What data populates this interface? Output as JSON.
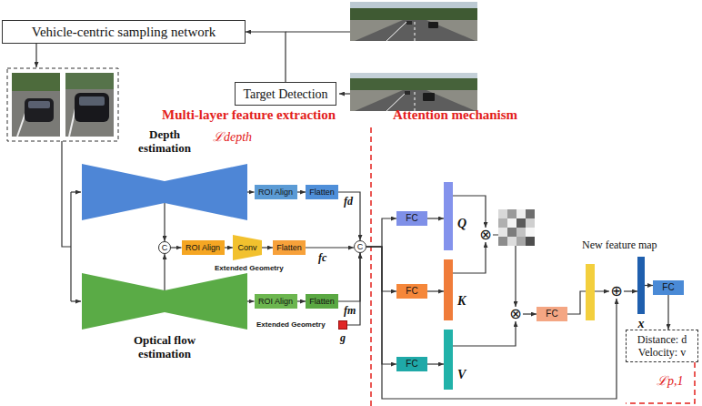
{
  "diagram": {
    "nodes": [
      {
        "text": [
          "Vehicle-centric sampling network"
        ]
      },
      {
        "text": [
          "Target Detection"
        ]
      },
      {
        "text": [
          "Depth estimation"
        ]
      },
      {
        "text": [
          "C"
        ]
      },
      {
        "text": [
          "ROI Align"
        ]
      },
      {
        "text": [
          "Flatten"
        ]
      },
      {
        "text": [
          "ROI Align"
        ]
      },
      {
        "text": [
          "Conv"
        ]
      },
      {
        "text": [
          "Flatten"
        ]
      },
      {
        "text": [
          "Optical flow estimation"
        ]
      },
      {
        "text": [
          "ROI Align"
        ]
      },
      {
        "text": [
          "Flatten"
        ]
      },
      {
        "text": [
          "g"
        ]
      },
      {
        "text": [
          "C"
        ]
      },
      {
        "text": [
          "FC"
        ]
      },
      {
        "text": [
          "FC"
        ]
      },
      {
        "text": [
          "FC"
        ]
      },
      {
        "text": [
          "Q"
        ]
      },
      {
        "text": [
          "K"
        ]
      },
      {
        "text": [
          "V"
        ]
      },
      {
        "text": [
          "⊗"
        ]
      },
      {
        "text": [
          "⊗"
        ]
      },
      {
        "text": [
          "FC"
        ]
      },
      {
        "text": [
          "⊕"
        ]
      },
      {
        "text": [
          "x"
        ]
      },
      {
        "text": [
          "FC"
        ]
      },
      {
        "text": [
          "Distance: d",
          "Velocity: v"
        ]
      }
    ],
    "edges": [
      {
        "from": 1,
        "to": 0,
        "arrow": "to"
      },
      {
        "from": 2,
        "to": 3,
        "arrow": "to"
      },
      {
        "from": 9,
        "to": 3,
        "arrow": "to"
      },
      {
        "from": 2,
        "to": 4,
        "arrow": "to"
      },
      {
        "from": 4,
        "to": 5,
        "arrow": "to"
      },
      {
        "from": 5,
        "to": 13,
        "arrow": "to"
      },
      {
        "from": 3,
        "to": 6,
        "arrow": "to"
      },
      {
        "from": 6,
        "to": 7,
        "arrow": "to"
      },
      {
        "from": 7,
        "to": 8,
        "arrow": "to"
      },
      {
        "from": 8,
        "to": 13,
        "arrow": "to"
      },
      {
        "from": 9,
        "to": 10,
        "arrow": "to"
      },
      {
        "from": 10,
        "to": 11,
        "arrow": "to"
      },
      {
        "from": 11,
        "to": 13,
        "arrow": "to"
      },
      {
        "from": 12,
        "to": 13,
        "arrow": "to"
      },
      {
        "from": 13,
        "to": 14,
        "arrow": "to"
      },
      {
        "from": 13,
        "to": 15,
        "arrow": "to"
      },
      {
        "from": 13,
        "to": 16,
        "arrow": "to"
      },
      {
        "from": 13,
        "to": 23,
        "arrow": "to"
      },
      {
        "from": 14,
        "to": 17,
        "arrow": "to"
      },
      {
        "from": 15,
        "to": 18,
        "arrow": "to"
      },
      {
        "from": 16,
        "to": 19,
        "arrow": "to"
      },
      {
        "from": 17,
        "to": 20,
        "arrow": "to"
      },
      {
        "from": 18,
        "to": 20,
        "arrow": "to"
      },
      {
        "from": 20,
        "to": 21,
        "arrow": "to"
      },
      {
        "from": 19,
        "to": 21,
        "arrow": "to"
      },
      {
        "from": 21,
        "to": 22,
        "arrow": "to"
      },
      {
        "from": 22,
        "to": 23,
        "arrow": "to"
      },
      {
        "from": 23,
        "to": 24,
        "arrow": "to"
      },
      {
        "from": 24,
        "to": 25,
        "arrow": "to"
      },
      {
        "from": 25,
        "to": 26,
        "arrow": "to"
      }
    ],
    "labels": [
      "Multi-layer feature extraction",
      "Attention mechanism",
      "ℒdepth",
      "Extended Geometry",
      "Extended Geometry",
      "fd",
      "fc",
      "fm",
      "New feature map",
      "ℒp,1"
    ]
  }
}
